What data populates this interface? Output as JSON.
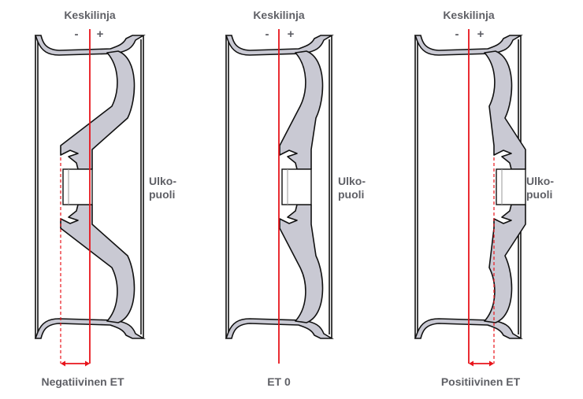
{
  "colors": {
    "centerline": "#e8141b",
    "wheel_fill": "#c9c9d3",
    "outline": "#111111",
    "text": "#5f6066"
  },
  "wheels": [
    {
      "centerline_label": "Keskilinja",
      "minus": "-",
      "plus": "+",
      "outside_label_1": "Ulko-",
      "outside_label_2": "puoli",
      "caption": "Negatiivinen ET"
    },
    {
      "centerline_label": "Keskilinja",
      "minus": "-",
      "plus": "+",
      "outside_label_1": "Ulko-",
      "outside_label_2": "puoli",
      "caption": "ET 0"
    },
    {
      "centerline_label": "Keskilinja",
      "minus": "-",
      "plus": "+",
      "outside_label_1": "Ulko-",
      "outside_label_2": "puoli",
      "caption": "Positiivinen ET"
    }
  ]
}
